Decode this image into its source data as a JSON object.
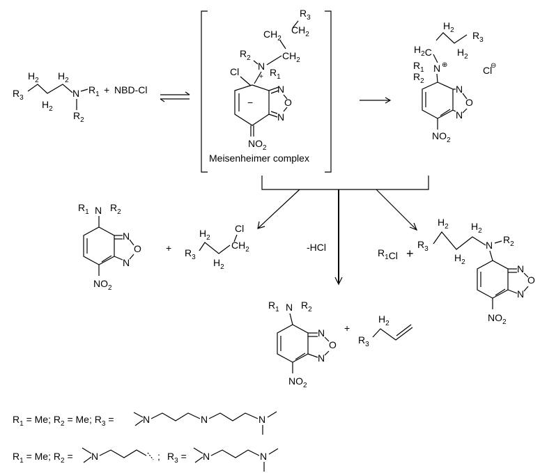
{
  "reagents": {
    "amine": {
      "r3": "R",
      "r3_sub": "3",
      "h1": "H",
      "h1_sub": "2",
      "h2": "H",
      "h2_sub": "2",
      "h3": "H",
      "h3_sub": "2",
      "n": "N",
      "r1": "R",
      "r1_sub": "1",
      "r2": "R",
      "r2_sub": "2"
    },
    "plus": "+",
    "nbd": "NBD-Cl"
  },
  "meisenheimer": {
    "caption": "Meisenheimer complex",
    "r3": "R",
    "r3_sub": "3",
    "ch2a": "CH",
    "ch2a_sub": "2",
    "ch2b": "CH",
    "ch2b_sub": "2",
    "r2": "R",
    "r2_sub": "2",
    "n": "N",
    "charge_plus": "+",
    "r1": "R",
    "r1_sub": "1",
    "cl": "Cl",
    "minus": "−",
    "ring_n1": "N",
    "ring_o": "O",
    "ring_n2": "N",
    "no2": "NO",
    "no2_sub": "2"
  },
  "ammonium": {
    "h_top": "H",
    "h_top_sub": "2",
    "r3": "R",
    "r3_sub": "3",
    "h2c": "H",
    "h2c_sub": "2",
    "h2c_c": "C",
    "h_low": "H",
    "h_low_sub": "2",
    "r1": "R",
    "r1_sub": "1",
    "r2": "R",
    "r2_sub": "2",
    "n": "N",
    "plus_mark": "⊕",
    "cl": "Cl",
    "minus_mark": "⊖",
    "ring_n1": "N",
    "ring_o": "O",
    "ring_n2": "N",
    "no2": "NO",
    "no2_sub": "2"
  },
  "product_left": {
    "r1": "R",
    "r1_sub": "1",
    "n": "N",
    "r2": "R",
    "r2_sub": "2",
    "ring_n1": "N",
    "ring_o": "O",
    "ring_n2": "N",
    "no2": "NO",
    "no2_sub": "2",
    "plus": "+",
    "h_top": "H",
    "h_top_sub": "2",
    "cl": "Cl",
    "r3": "R",
    "r3_sub": "3",
    "ch2": "CH",
    "ch2_sub": "2",
    "h_low": "H",
    "h_low_sub": "2"
  },
  "product_mid": {
    "hcl": "-HCl",
    "r1": "R",
    "r1_sub": "1",
    "n": "N",
    "r2": "R",
    "r2_sub": "2",
    "ring_n1": "N",
    "ring_o": "O",
    "ring_n2": "N",
    "no2": "NO",
    "no2_sub": "2",
    "plus": "+",
    "h_top": "H",
    "h_top_sub": "2",
    "r3": "R",
    "r3_sub": "3"
  },
  "product_right": {
    "r1cl": "R",
    "r1cl_sub": "1",
    "r1cl_cl": "Cl",
    "plus": "+",
    "h1": "H",
    "h1_sub": "2",
    "h2": "H",
    "h2_sub": "2",
    "r3": "R",
    "r3_sub": "3",
    "h3": "H",
    "h3_sub": "2",
    "n": "N",
    "r2": "R",
    "r2_sub": "2",
    "ring_n1": "N",
    "ring_o": "O",
    "ring_n2": "N",
    "no2": "NO",
    "no2_sub": "2"
  },
  "legend": {
    "line1": {
      "r1": "R",
      "r1_sub": "1",
      "eq1": " = Me; ",
      "r2": "R",
      "r2_sub": "2",
      "eq2": " = Me; ",
      "r3": "R",
      "r3_sub": "3",
      "eq3": " =",
      "n1": "N",
      "n2": "N",
      "n3": "N"
    },
    "line2": {
      "r1": "R",
      "r1_sub": "1",
      "eq1": " = Me; ",
      "r2": "R",
      "r2_sub": "2",
      "eq2": " =",
      "n1": "N",
      "semi": ";",
      "r3": "R",
      "r3_sub": "3",
      "eq3": " =",
      "n2": "N",
      "n3": "N"
    }
  }
}
